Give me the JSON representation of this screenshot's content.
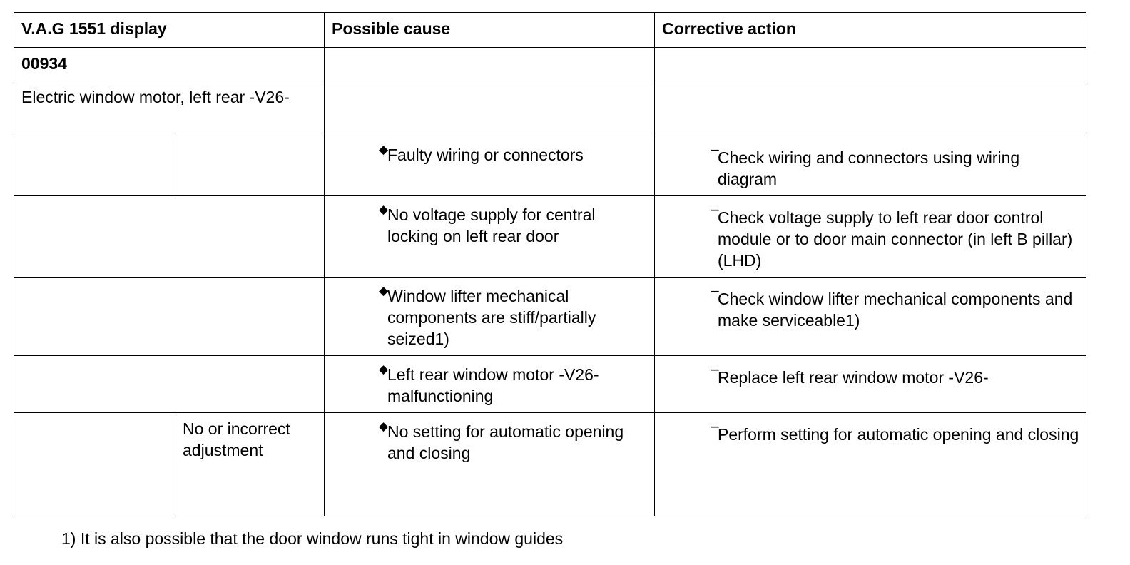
{
  "header": {
    "col1": "V.A.G 1551 display",
    "col2": "Possible cause",
    "col3": "Corrective action"
  },
  "fault_code": "00934",
  "fault_name": "Electric window motor, left rear -V26-",
  "bullet_symbol": "◆",
  "dash_symbol": "−",
  "rows": [
    {
      "sub": "",
      "cause": "Faulty wiring or connectors",
      "action": "Check wiring and connectors using wiring diagram"
    },
    {
      "sub": "",
      "cause": "No voltage supply for central locking on left rear door",
      "action": "Check voltage supply to left rear door control module or to door main connector (in left B pillar) (LHD)"
    },
    {
      "sub": "",
      "cause": "Window lifter mechanical components are stiff/partially seized1)",
      "action": "Check window lifter mechanical components and make serviceable1)"
    },
    {
      "sub": "",
      "cause": "Left rear window motor -V26- malfunctioning",
      "action": "Replace left rear window motor -V26-"
    },
    {
      "sub": "No or incorrect adjustment",
      "cause": "No setting for automatic opening and closing",
      "action": "Perform setting for automatic opening and closing"
    }
  ],
  "footnote": "1) It is also possible that the door window runs tight in window guides"
}
